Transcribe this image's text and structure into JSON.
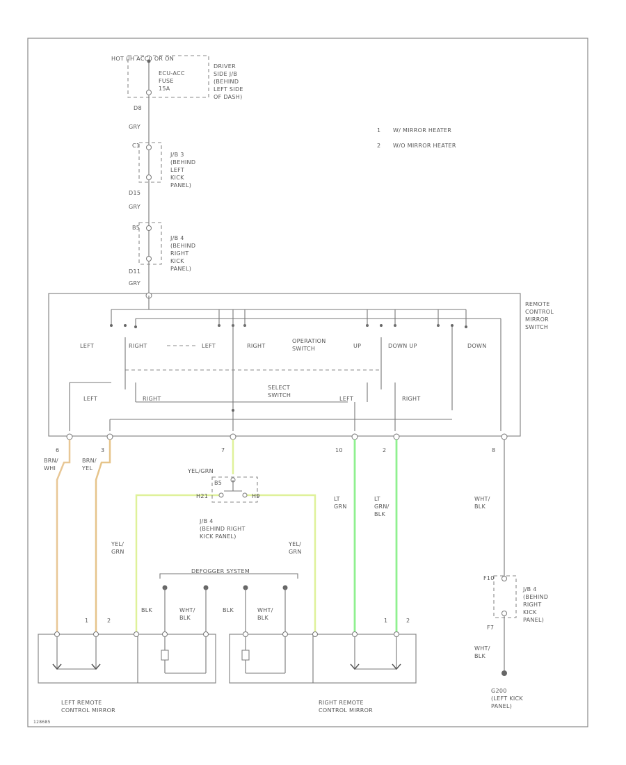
{
  "wire_colors": {
    "brn_whi": "#e8c796",
    "brn_yel": "#e6c48a",
    "yel_grn": "#dff19a",
    "lt_grn": "#8ff08f",
    "default": "#8a8a8a"
  },
  "power": {
    "hot": "HOT (IH ACC0 OR ON",
    "fuse_label": "ECU-ACC\nFUSE\n15A",
    "fuse_location": "DRIVER\nSIDE J/B\n(BEHIND\nLEFT SIDE\nOF DASH)",
    "pin_d8": "D8",
    "wire_gry": "GRY"
  },
  "jb3": {
    "pin_top": "C1",
    "label": "J/B 3\n(BEHIND\nLEFT\nKICK\nPANEL)",
    "pin_bottom": "D15",
    "wire": "GRY"
  },
  "jb4_top": {
    "pin_top": "B5",
    "label": "J/B 4\n(BEHIND\nRIGHT\nKICK\nPANEL)",
    "pin_bottom": "D11",
    "wire": "GRY"
  },
  "legend": {
    "items": [
      {
        "num": "1",
        "text": "W/ MIRROR HEATER"
      },
      {
        "num": "2",
        "text": "W/O MIRROR HEATER"
      }
    ]
  },
  "switch": {
    "title": "REMOTE\nCONTROL\nMIRROR\nSWITCH",
    "left": "LEFT",
    "right_top": "RIGHT",
    "left2": "LEFT",
    "right2": "RIGHT",
    "operation": "OPERATION\nSWITCH",
    "up": "UP",
    "down_up": "DOWN UP",
    "down": "DOWN",
    "select": "SELECT\nSWITCH",
    "left_bottom": "LEFT",
    "right_bottom": "RIGHT",
    "right_lower": "RIGHT",
    "left_lower": "LEFT"
  },
  "pins": {
    "p1": "6",
    "p2": "3",
    "p3": "7",
    "p4": "10",
    "p5": "2",
    "p6": "8"
  },
  "wires": {
    "w1": "BRN/\nWHI",
    "w2": "BRN/\nYEL",
    "w3": "YEL/GRN",
    "w4": "LT\nGRN",
    "w5": "LT\nGRN/\nBLK",
    "w6": "WHT/\nBLK",
    "yel_grn_l": "YEL/\nGRN",
    "yel_grn_r": "YEL/\nGRN"
  },
  "jb4_mid": {
    "pin": "B5",
    "left_pin": "H21",
    "right_pin": "H9",
    "label": "J/B 4\n(BEHIND RIGHT\nKICK PANEL)"
  },
  "defogger": {
    "title": "DEFOGGER SYSTEM",
    "blk1": "BLK",
    "whtblk1": "WHT/\nBLK",
    "blk2": "BLK",
    "whtblk2": "WHT/\nBLK"
  },
  "ground": {
    "pin_top": "F10",
    "label": "J/B 4\n(BEHIND\nRIGHT\nKICK\nPANEL)",
    "pin_bottom": "F7",
    "wire": "WHT/\nBLK",
    "ground_label": "G200\n(LEFT KICK\nPANEL)"
  },
  "mirrors": {
    "left_label": "LEFT REMOTE\nCONTROL MIRROR",
    "right_label": "RIGHT REMOTE\nCONTROL MIRROR",
    "l1": "1",
    "l2": "2",
    "r1": "1",
    "r2": "2"
  },
  "footer": {
    "code": "128685"
  }
}
